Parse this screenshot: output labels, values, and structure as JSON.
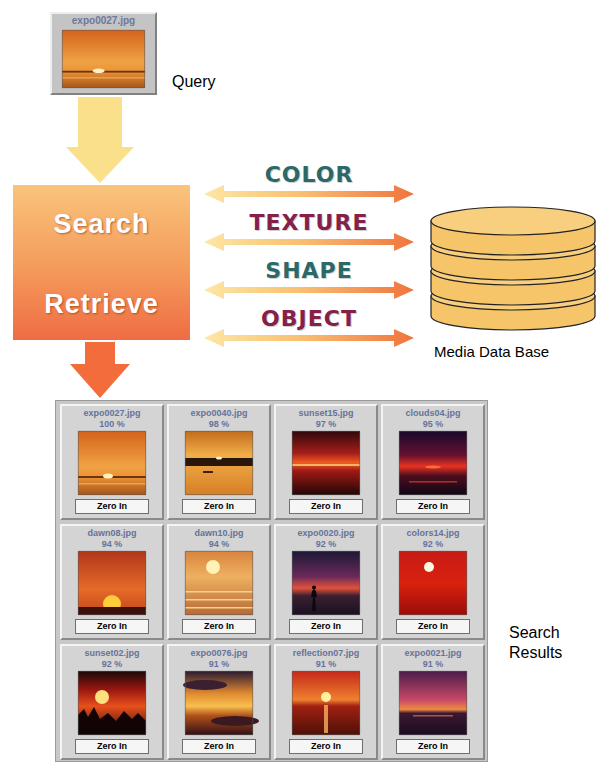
{
  "diagram": {
    "nodes": [
      {
        "text": [
          "expo0027.jpg"
        ]
      },
      {
        "text": [
          "Search",
          "Retrieve"
        ]
      },
      {
        "text": [
          "Media Data Base"
        ]
      },
      {
        "text": [
          "Search Results"
        ]
      },
      {
        "text": [
          "expo0027.jpg",
          "100 %"
        ],
        "in": 3
      },
      {
        "text": [
          "Zero In"
        ],
        "in": 4
      },
      {
        "text": [
          "expo0040.jpg",
          "98 %"
        ],
        "in": 3
      },
      {
        "text": [
          "Zero In"
        ],
        "in": 6
      },
      {
        "text": [
          "sunset15.jpg",
          "97 %"
        ],
        "in": 3
      },
      {
        "text": [
          "Zero In"
        ],
        "in": 8
      },
      {
        "text": [
          "clouds04.jpg",
          "95 %"
        ],
        "in": 3
      },
      {
        "text": [
          "Zero In"
        ],
        "in": 10
      },
      {
        "text": [
          "dawn08.jpg",
          "94 %"
        ],
        "in": 3
      },
      {
        "text": [
          "Zero In"
        ],
        "in": 12
      },
      {
        "text": [
          "dawn10.jpg",
          "94 %"
        ],
        "in": 3
      },
      {
        "text": [
          "Zero In"
        ],
        "in": 14
      },
      {
        "text": [
          "expo0020.jpg",
          "92 %"
        ],
        "in": 3
      },
      {
        "text": [
          "Zero In"
        ],
        "in": 16
      },
      {
        "text": [
          "colors14.jpg",
          "92 %"
        ],
        "in": 3
      },
      {
        "text": [
          "Zero In"
        ],
        "in": 18
      },
      {
        "text": [
          "sunset02.jpg",
          "92 %"
        ],
        "in": 3
      },
      {
        "text": [
          "Zero In"
        ],
        "in": 20
      },
      {
        "text": [
          "expo0076.jpg",
          "91 %"
        ],
        "in": 3
      },
      {
        "text": [
          "Zero In"
        ],
        "in": 22
      },
      {
        "text": [
          "reflection07.jpg",
          "91 %"
        ],
        "in": 3
      },
      {
        "text": [
          "Zero In"
        ],
        "in": 24
      },
      {
        "text": [
          "expo0021.jpg",
          "91 %"
        ],
        "in": 3
      },
      {
        "text": [
          "Zero In"
        ],
        "in": 26
      }
    ],
    "edges": [
      {
        "from": 0,
        "to": 1,
        "arrow": "to"
      },
      {
        "from": 1,
        "to": 2,
        "label": "COLOR",
        "arrow": "both"
      },
      {
        "from": 1,
        "to": 2,
        "label": "TEXTURE",
        "arrow": "both"
      },
      {
        "from": 1,
        "to": 2,
        "label": "SHAPE",
        "arrow": "both"
      },
      {
        "from": 1,
        "to": 2,
        "label": "OBJECT",
        "arrow": "both"
      },
      {
        "from": 1,
        "to": 3,
        "arrow": "to"
      }
    ],
    "labels": [
      "Query"
    ]
  }
}
